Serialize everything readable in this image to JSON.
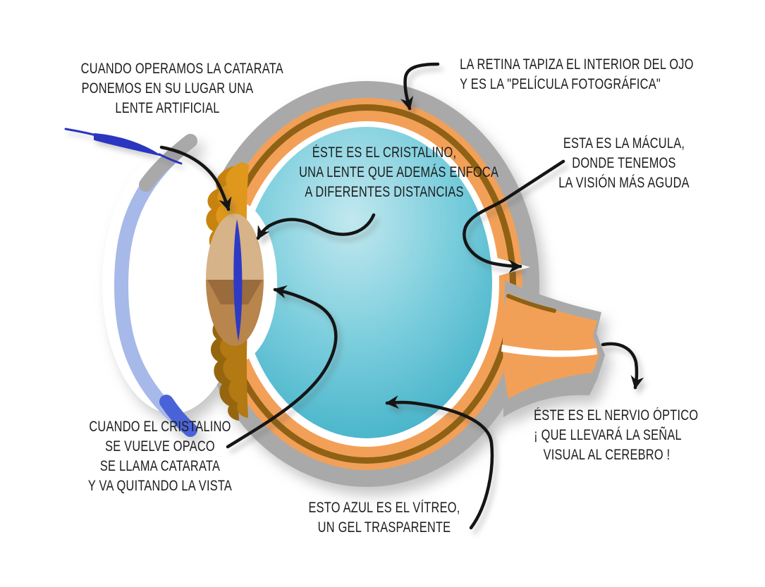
{
  "diagram": {
    "subject": "eye-anatomy-cataract-infographic",
    "labels": {
      "artificial_lens": {
        "lines": [
          "CUANDO OPERAMOS LA CATARATA",
          "PONEMOS EN SU LUGAR UNA",
          "LENTE ARTIFICIAL"
        ]
      },
      "retina": {
        "lines": [
          "LA RETINA TAPIZA EL INTERIOR DEL OJO",
          "Y ES LA \"PELÍCULA FOTOGRÁFICA\""
        ]
      },
      "cristalino": {
        "lines": [
          "ÉSTE ES EL CRISTALINO,",
          "UNA LENTE QUE ADEMÁS ENFOCA",
          "A DIFERENTES DISTANCIAS"
        ]
      },
      "macula": {
        "lines": [
          "ESTA ES LA MÁCULA,",
          "DONDE TENEMOS",
          "LA VISIÓN MÁS AGUDA"
        ]
      },
      "catarata": {
        "lines": [
          "CUANDO EL CRISTALINO",
          "SE VUELVE OPACO",
          "SE LLAMA CATARATA",
          "Y VA QUITANDO LA VISTA"
        ]
      },
      "vitreo": {
        "lines": [
          "ESTO AZUL ES EL VÍTREO,",
          "UN GEL TRASPARENTE"
        ]
      },
      "nervio_optico": {
        "lines": [
          "ÉSTE ES EL NERVIO ÓPTICO",
          "¡ QUE LLEVARÁ LA SEÑAL",
          "VISUAL AL CEREBRO !"
        ]
      }
    },
    "colors": {
      "background": "#FFFFFF",
      "text": "#1C1C1C",
      "arrow_black": "#151515",
      "sclera_gray": "#A9A9A9",
      "choroid_orange": "#F2A057",
      "retina_brown": "#8F6114",
      "vitreous_light": "#BEE7EE",
      "vitreous_teal": "#3FB0C7",
      "cornea_blue": "#A6B9E8",
      "cornea_tip_blue": "#4A62D8",
      "iris_amber": "#DF971C",
      "iris_dark_amber": "#B37912",
      "lens_tan": "#D6B388",
      "lens_brown": "#B8854C",
      "cataract_shadow_brown": "#9A6B3C",
      "artificial_lens_blue": "#2E3AC4"
    }
  }
}
